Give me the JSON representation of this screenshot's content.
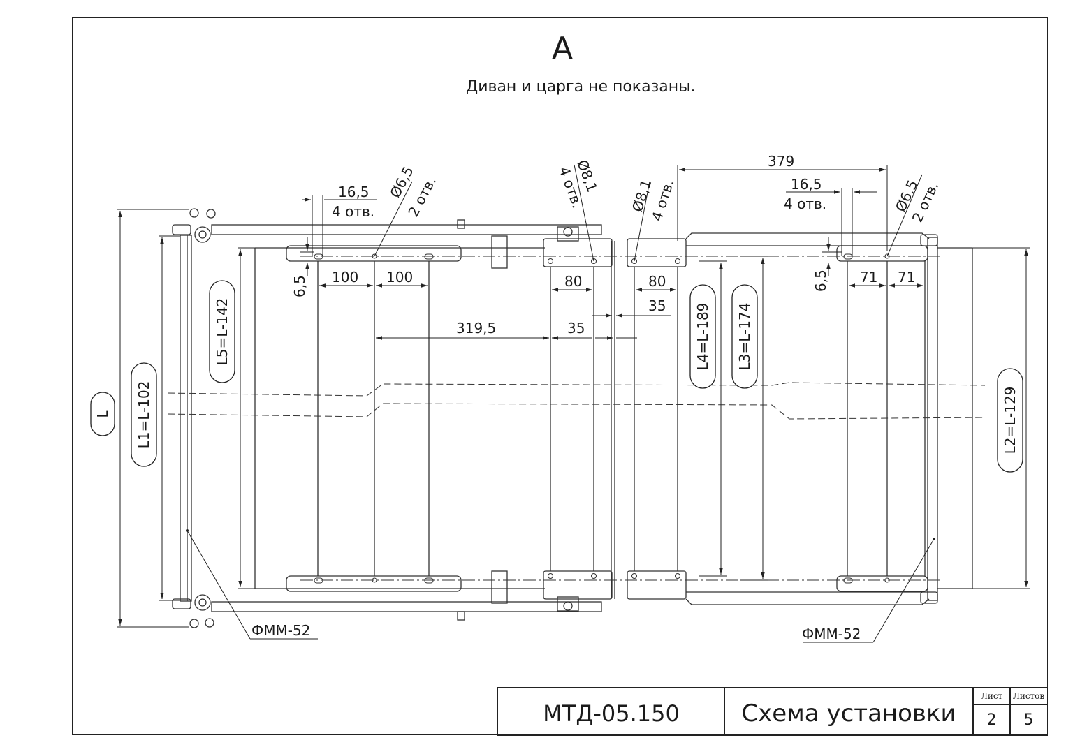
{
  "drawing": {
    "view_letter": "А",
    "note": "Диван и царга не показаны."
  },
  "dimensions": {
    "left_16_5": "16,5",
    "left_holes": "4 отв.",
    "left_d65": "Ø6,5",
    "left_d65_count": "2 отв.",
    "left_6_5": "6,5",
    "dim_100_a": "100",
    "dim_100_b": "100",
    "d81_a": "Ø8,1",
    "d81_a_count": "4 отв.",
    "d81_b": "Ø8,1",
    "d81_b_count": "4 отв.",
    "dim_80_a": "80",
    "dim_80_b": "80",
    "dim_35_a": "35",
    "dim_35_b": "35",
    "dim_319_5": "319,5",
    "dim_379": "379",
    "right_16_5": "16,5",
    "right_holes": "4 отв.",
    "right_d65": "Ø6,5",
    "right_d65_count": "2 отв.",
    "right_6_5": "6,5",
    "dim_71_a": "71",
    "dim_71_b": "71"
  },
  "labels": {
    "L": "L",
    "L1": "L1=L-102",
    "L5": "L5=L-142",
    "L4": "L4=L-189",
    "L3": "L3=L-174",
    "L2": "L2=L-129",
    "fmm_left": "ФММ-52",
    "fmm_right": "ФММ-52"
  },
  "title_block": {
    "code": "МТД-05.150",
    "name": "Схема установки",
    "sheet_header": "Лист",
    "sheets_header": "Листов",
    "sheet": "2",
    "sheets": "5"
  }
}
